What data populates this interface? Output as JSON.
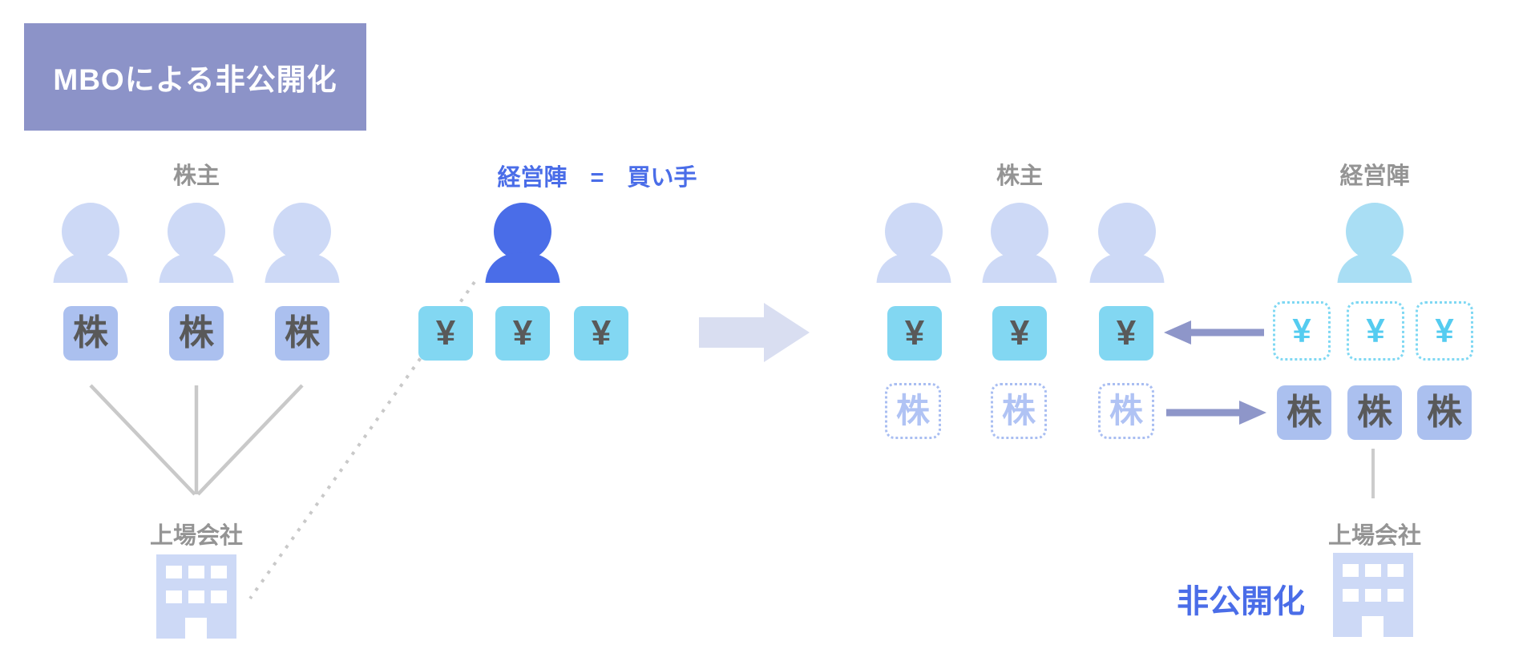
{
  "title": "MBOによる非公開化",
  "before": {
    "shareholders": {
      "label": "株主",
      "share_tokens": [
        "株",
        "株",
        "株"
      ]
    },
    "management": {
      "label": "経営陣　=　買い手",
      "money_tokens": [
        "¥",
        "¥",
        "¥"
      ]
    },
    "company": {
      "label": "上場会社"
    }
  },
  "after": {
    "shareholders": {
      "label": "株主",
      "money_tokens": [
        "¥",
        "¥",
        "¥"
      ],
      "share_ghost_tokens": [
        "株",
        "株",
        "株"
      ]
    },
    "management": {
      "label": "経営陣",
      "money_ghost_tokens": [
        "¥",
        "¥",
        "¥"
      ],
      "share_tokens": [
        "株",
        "株",
        "株"
      ]
    },
    "company": {
      "label": "上場会社",
      "status": "非公開化"
    }
  },
  "colors": {
    "title_bg": "#8c93c8",
    "title_text": "#ffffff",
    "label_gray": "#949494",
    "accent_blue": "#4a6de8",
    "person_lavender": "#cdd9f6",
    "person_blue": "#4a6de8",
    "person_light_cyan": "#a9def4",
    "share_box_bg": "#abc0ef",
    "yen_box_bg": "#82d7f2",
    "box_glyph_dark": "#595959",
    "ghost_share": "#aec2f4",
    "ghost_yen_border": "#7fd8f3",
    "ghost_yen_glyph": "#55ccf0",
    "flow_arrow_purple": "#8e96c9",
    "transition_arrow": "#d9def1",
    "line_gray": "#c9c9c9",
    "building_fill": "#cdd9f6"
  }
}
